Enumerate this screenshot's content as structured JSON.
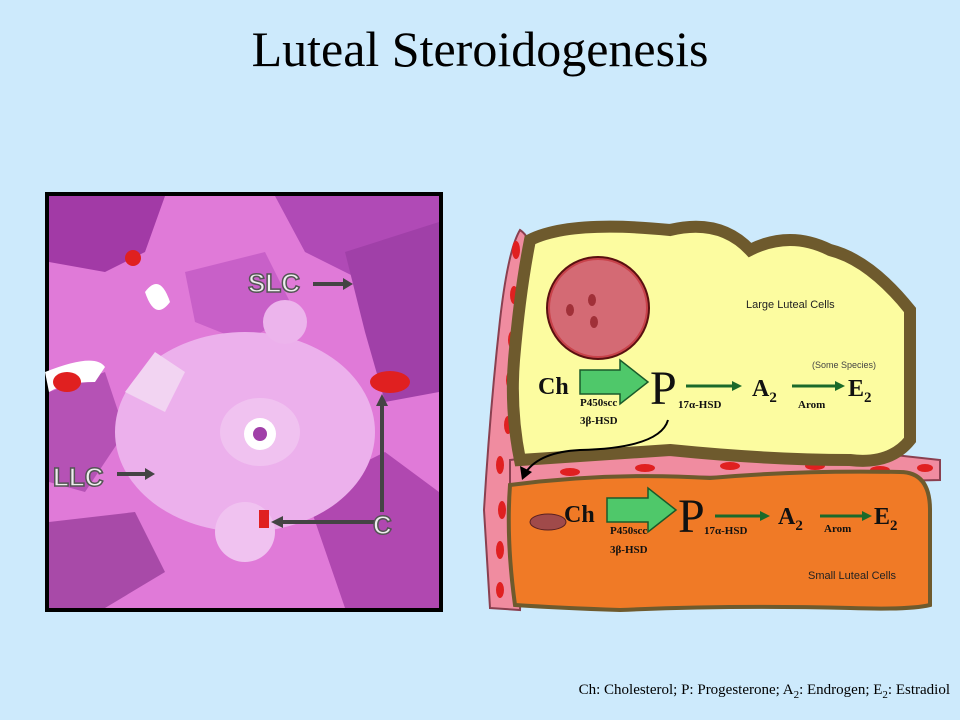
{
  "title": "Luteal Steroidogenesis",
  "micrograph": {
    "labels": {
      "slc": "SLC",
      "llc": "LLC",
      "c": "C"
    }
  },
  "diagram": {
    "large_cells_label": "Large Luteal Cells",
    "small_cells_label": "Small Luteal Cells",
    "some_species": "(Some Species)",
    "large": {
      "ch": "Ch",
      "p": "P",
      "a": "A",
      "a_sub": "2",
      "e": "E",
      "e_sub": "2",
      "enzyme1_line1": "P450scc",
      "enzyme1_line2": "3β-HSD",
      "enzyme2": "17α-HSD",
      "enzyme3": "Arom"
    },
    "small": {
      "ch": "Ch",
      "p": "P",
      "a": "A",
      "a_sub": "2",
      "e": "E",
      "e_sub": "2",
      "enzyme1_line1": "P450scc",
      "enzyme1_line2": "3β-HSD",
      "enzyme2": "17α-HSD",
      "enzyme3": "Arom"
    }
  },
  "legend": {
    "ch": "Ch: Cholesterol; P: Progesterone; A",
    "a_sub": "2",
    "a_def": ": Endrogen; E",
    "e_sub": "2",
    "e_def": ": Estradiol"
  },
  "colors": {
    "background": "#cdeafc",
    "large_cell_fill": "#fcfca0",
    "small_cell_fill": "#f07a26",
    "cell_border": "#6e5a2d",
    "vessel": "#f08ca0",
    "rbc": "#e02020",
    "arrow_green": "#4fc86a",
    "micrograph_base": "#e07ad8"
  }
}
